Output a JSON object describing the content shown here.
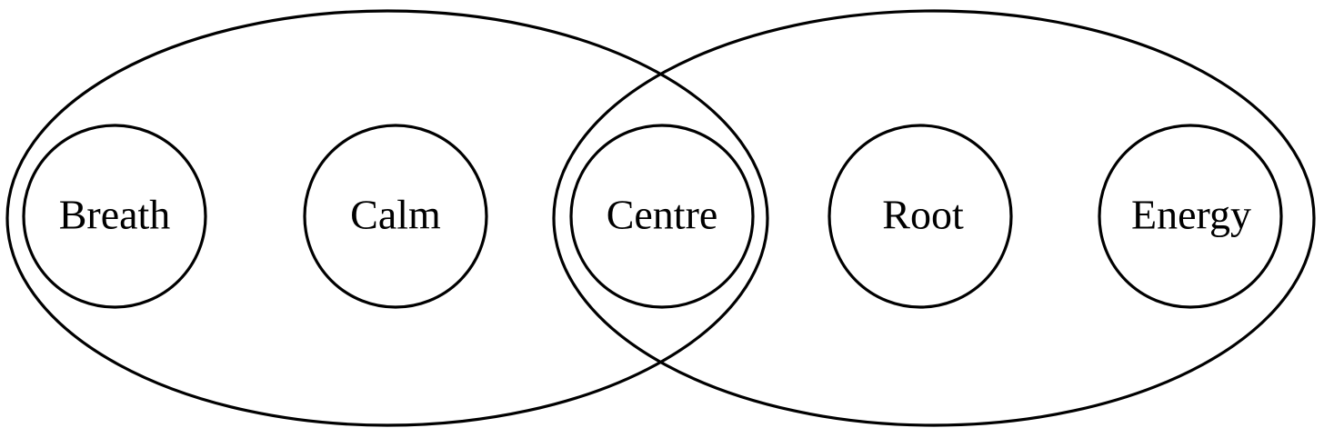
{
  "diagram": {
    "groups": [
      {
        "id": "left-group"
      },
      {
        "id": "right-group"
      }
    ],
    "nodes": [
      {
        "id": "breath",
        "label": "Breath"
      },
      {
        "id": "calm",
        "label": "Calm"
      },
      {
        "id": "centre",
        "label": "Centre"
      },
      {
        "id": "root",
        "label": "Root"
      },
      {
        "id": "energy",
        "label": "Energy"
      }
    ]
  }
}
